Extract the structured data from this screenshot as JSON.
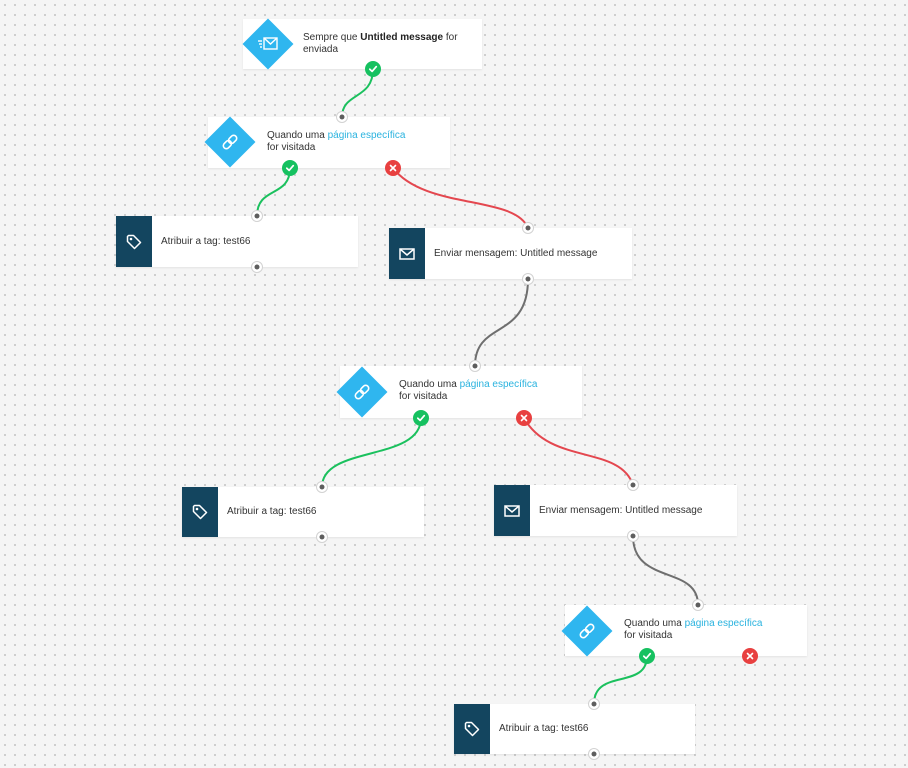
{
  "colors": {
    "yes_path": "#1bc15e",
    "no_path": "#e4474f",
    "next_path": "#6f6f6f",
    "condition_icon_bg": "#2fb6ef",
    "action_icon_bg": "#13455f",
    "link_text": "#2ab3df"
  },
  "trigger": {
    "icon": "envelope-send-icon",
    "prefix": "Sempre que",
    "message": "Untitled message",
    "suffix": "for enviada"
  },
  "conditions": [
    {
      "icon": "link-icon",
      "prefix": "Quando uma",
      "link": "página específica",
      "suffix": "for visitada"
    },
    {
      "icon": "link-icon",
      "prefix": "Quando uma",
      "link": "página específica",
      "suffix": "for visitada"
    },
    {
      "icon": "link-icon",
      "prefix": "Quando uma",
      "link": "página específica",
      "suffix": "for visitada"
    }
  ],
  "actions": [
    {
      "icon": "tag-icon",
      "label": "Atribuir a tag: test66"
    },
    {
      "icon": "envelope-icon",
      "label": "Enviar mensagem: Untitled message"
    },
    {
      "icon": "tag-icon",
      "label": "Atribuir a tag: test66"
    },
    {
      "icon": "envelope-icon",
      "label": "Enviar mensagem: Untitled message"
    },
    {
      "icon": "tag-icon",
      "label": "Atribuir a tag: test66"
    }
  ]
}
